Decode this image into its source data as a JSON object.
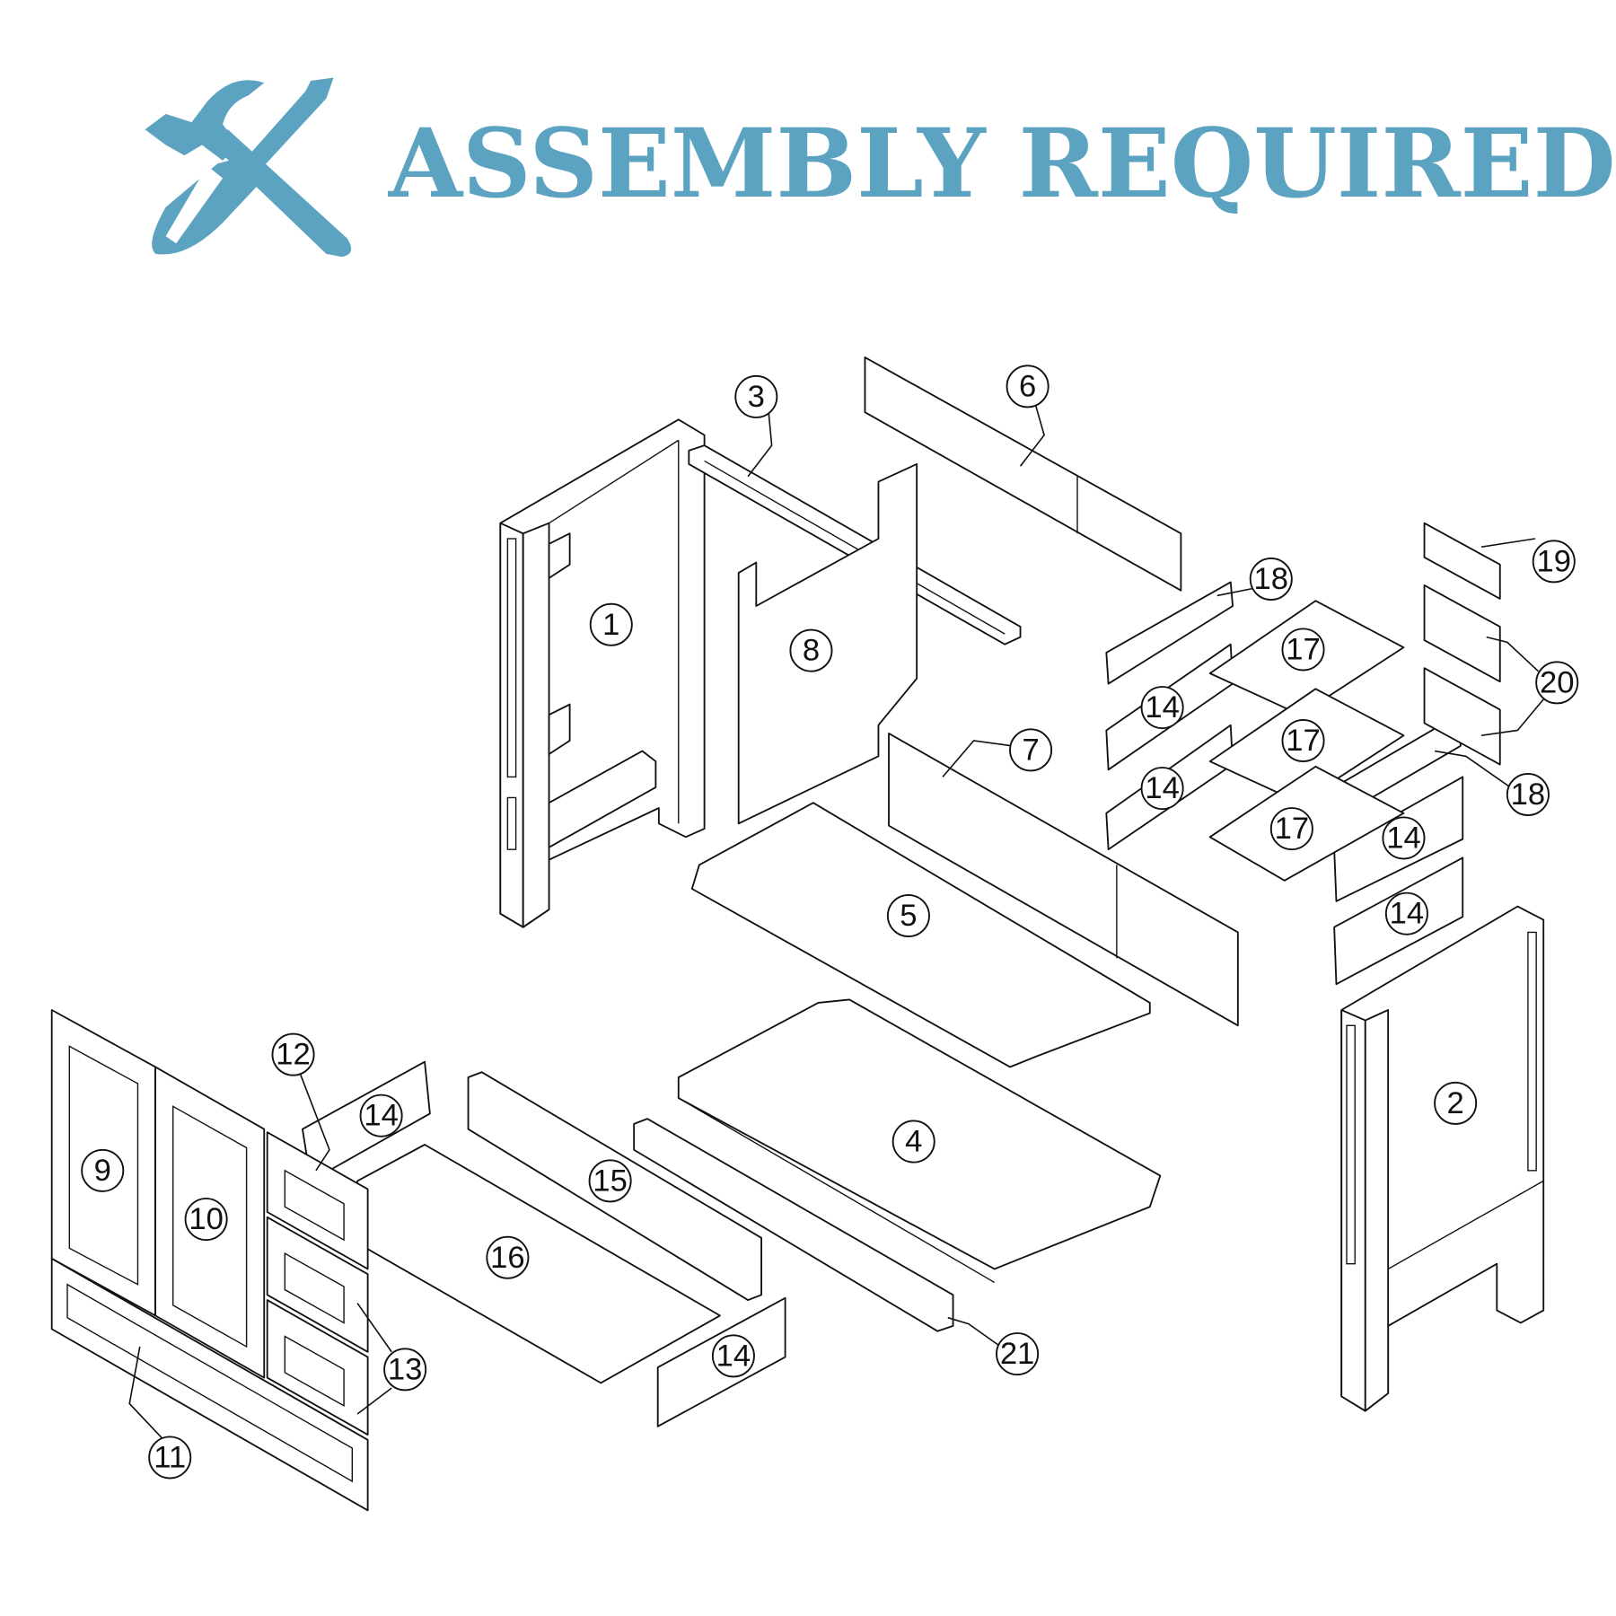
{
  "header": {
    "title": "ASSEMBLY REQUIRED",
    "icon": "hammer-screwdriver-icon",
    "accent_color": "#5ba3c1"
  },
  "callouts": [
    "1",
    "2",
    "3",
    "4",
    "5",
    "6",
    "7",
    "8",
    "9",
    "10",
    "11",
    "12",
    "13",
    "14",
    "14",
    "14",
    "14",
    "14",
    "14",
    "15",
    "16",
    "17",
    "17",
    "17",
    "18",
    "18",
    "19",
    "20",
    "21"
  ]
}
